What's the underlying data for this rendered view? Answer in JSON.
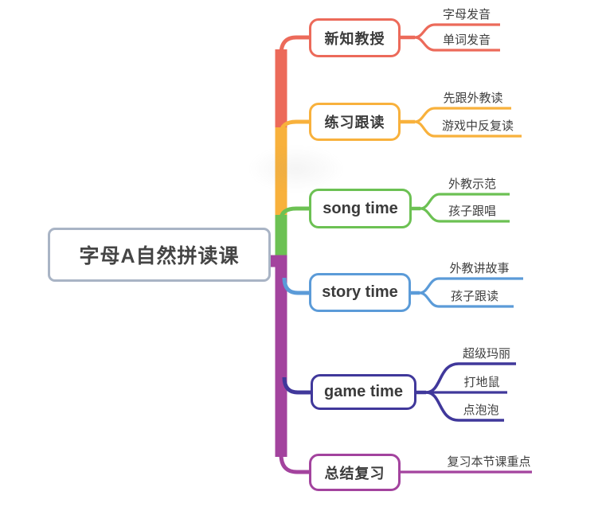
{
  "title": {
    "label": "字母A自然拼读课",
    "border_color": "#a9b4c5"
  },
  "branches": [
    {
      "label": "新知教授",
      "color": "#ec6a5a",
      "children": [
        {
          "label": "字母发音"
        },
        {
          "label": "单词发音"
        }
      ]
    },
    {
      "label": "练习跟读",
      "color": "#f8b13c",
      "children": [
        {
          "label": "先跟外教读"
        },
        {
          "label": "游戏中反复读"
        }
      ]
    },
    {
      "label": "song time",
      "color": "#6cc153",
      "children": [
        {
          "label": "外教示范"
        },
        {
          "label": "孩子跟唱"
        }
      ]
    },
    {
      "label": "story time",
      "color": "#5b9bd8",
      "children": [
        {
          "label": "外教讲故事"
        },
        {
          "label": "孩子跟读"
        }
      ]
    },
    {
      "label": "game time",
      "color": "#40389b",
      "children": [
        {
          "label": "超级玛丽"
        },
        {
          "label": "打地鼠"
        },
        {
          "label": "点泡泡"
        }
      ]
    },
    {
      "label": "总结复习",
      "color": "#a3439e",
      "children": [
        {
          "label": "复习本节课重点"
        }
      ]
    }
  ]
}
